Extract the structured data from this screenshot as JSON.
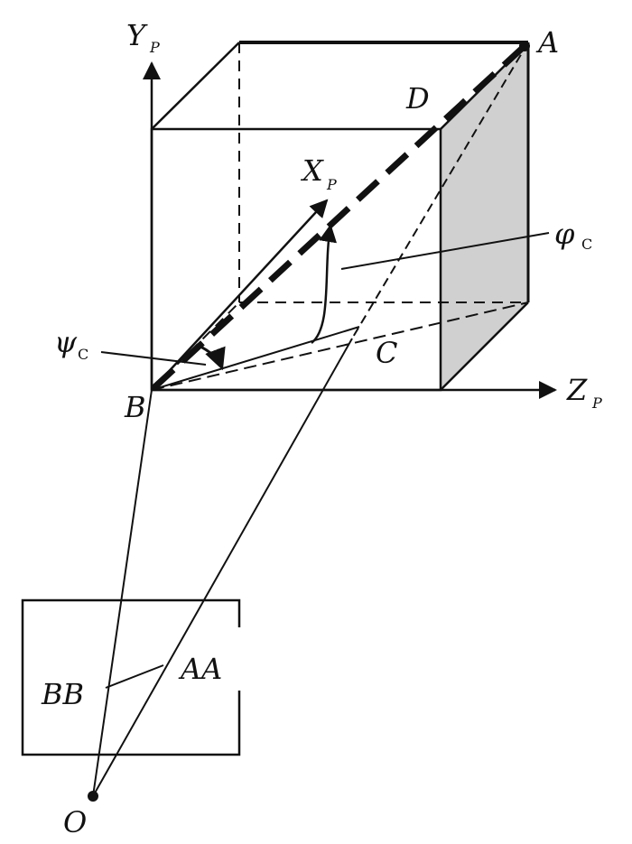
{
  "labels": {
    "y_axis": "Y",
    "y_axis_sub": "P",
    "x_axis": "X",
    "x_axis_sub": "P",
    "z_axis": "Z",
    "z_axis_sub": "P",
    "point_a": "A",
    "point_b": "B",
    "point_c": "C",
    "point_d": "D",
    "point_o": "O",
    "image_point_aa": "AA",
    "image_point_bb": "BB",
    "angle_psi": "ψ",
    "angle_psi_sub": "C",
    "angle_phi": "φ",
    "angle_phi_sub": "C"
  },
  "colors": {
    "stroke": "#111111",
    "shaded_face": "#d0d0d0",
    "background": "#ffffff"
  }
}
